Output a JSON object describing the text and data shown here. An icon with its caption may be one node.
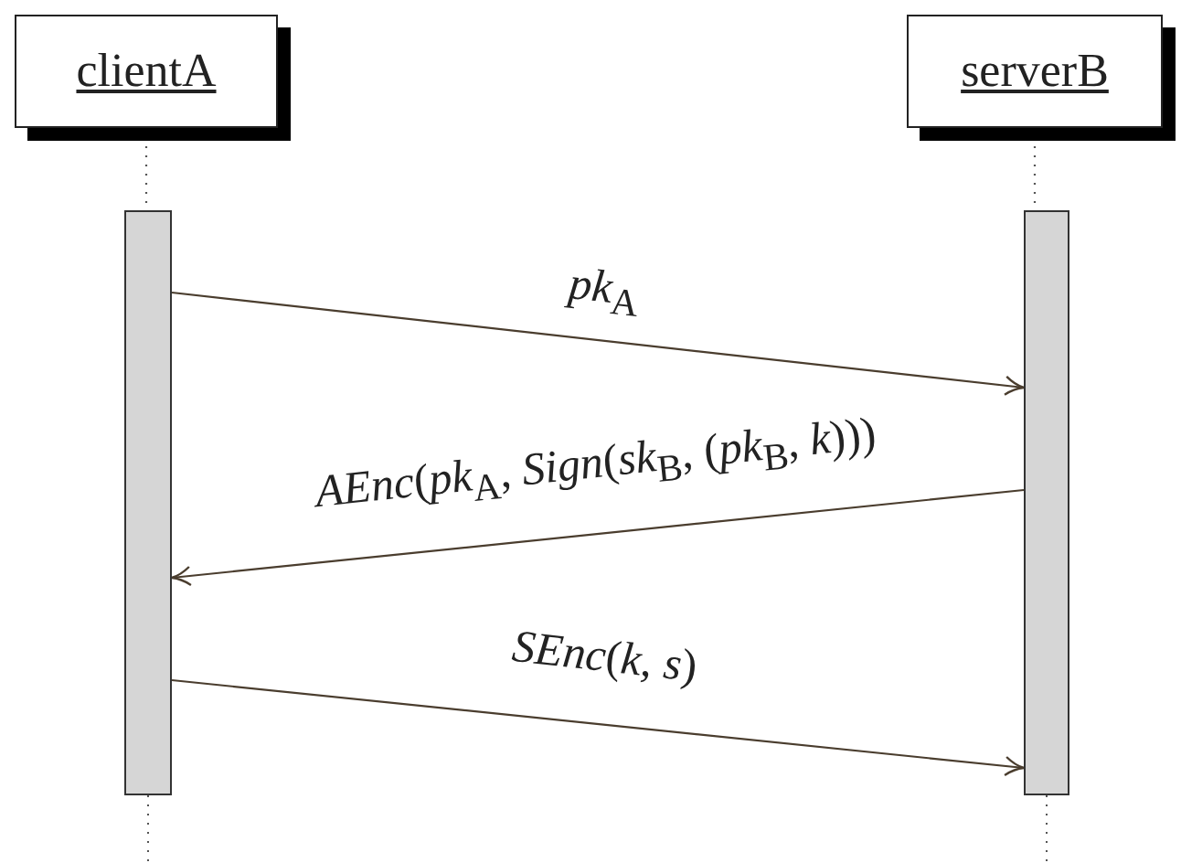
{
  "diagram": {
    "nodes": [
      {
        "text": [
          "clientA"
        ]
      },
      {
        "text": [
          "serverB"
        ]
      },
      {
        "text": [],
        "shape": "bar"
      },
      {
        "text": [],
        "shape": "bar"
      }
    ],
    "edges": [
      {
        "from": 0,
        "to": 2,
        "arrow": "none",
        "style": "dashed"
      },
      {
        "from": 1,
        "to": 3,
        "arrow": "none",
        "style": "dashed"
      },
      {
        "from": 2,
        "to": 3,
        "arrow": "to",
        "label": "*pk*$_{A}$"
      },
      {
        "from": 3,
        "to": 2,
        "arrow": "to",
        "label": "*AEnc*(*pk*$_{A}$, *Sign*(*sk*$_{B}$, (*pk*$_{B}$, *k*)))"
      },
      {
        "from": 2,
        "to": 3,
        "arrow": "to",
        "label": "*SEnc*(*k*, *s*)"
      }
    ]
  }
}
